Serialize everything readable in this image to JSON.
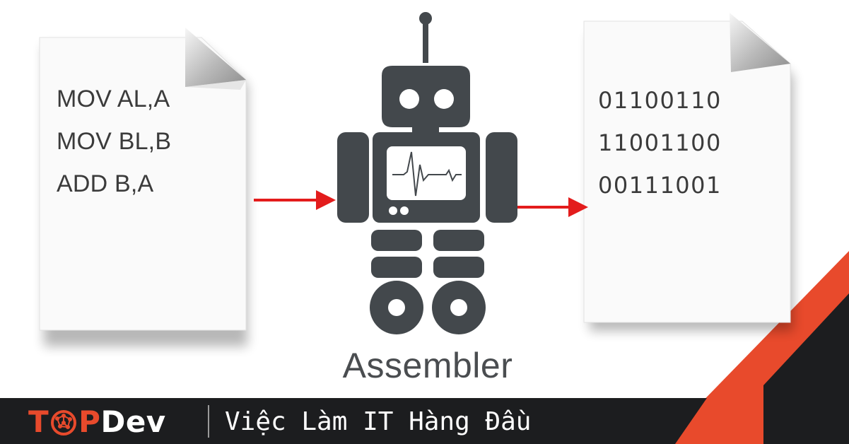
{
  "input_doc": {
    "lines": [
      "MOV AL,A",
      "MOV BL,B",
      "ADD B,A"
    ]
  },
  "output_doc": {
    "lines": [
      "01100110",
      "11001100",
      "00111001"
    ]
  },
  "robot": {
    "label": "Assembler"
  },
  "colors": {
    "robot": "#43484c",
    "arrow": "#e31c1c",
    "accent": "#e84a2c",
    "footer": "#1c1d1f",
    "text": "#3b3b3b"
  },
  "footer": {
    "brand_t": "T",
    "brand_p": "P",
    "brand_dev": "Dev",
    "tagline": "Việc Làm IT Hàng Đầu"
  }
}
